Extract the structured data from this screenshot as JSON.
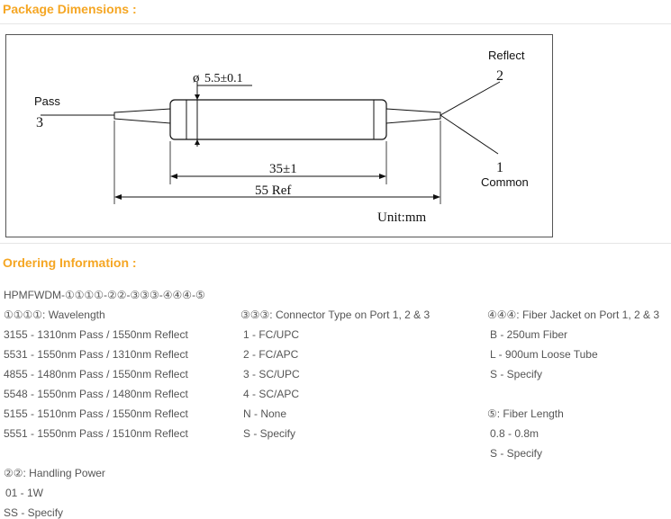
{
  "package_section": {
    "title": "Package Dimensions :",
    "drawing": {
      "pass_label": "Pass",
      "pass_port": "3",
      "reflect_label": "Reflect",
      "reflect_port": "2",
      "common_label": "Common",
      "common_port": "1",
      "diameter_dim": "5.5±0.1",
      "body_length_dim": "35±1",
      "total_length_dim": "55 Ref",
      "unit": "Unit:mm"
    }
  },
  "ordering_section": {
    "title": "Ordering Information :",
    "part_code": "HPMFWDM-①①①①-②②-③③③-④④④-⑤",
    "wavelength": {
      "heading": "①①①①: Wavelength",
      "items": [
        "3155 - 1310nm Pass / 1550nm Reflect",
        "5531 - 1550nm Pass / 1310nm Reflect",
        "4855 - 1480nm Pass / 1550nm Reflect",
        "5548 - 1550nm Pass / 1480nm Reflect",
        "5155 - 1510nm Pass / 1550nm Reflect",
        "5551 - 1550nm Pass / 1510nm Reflect"
      ]
    },
    "handling_power": {
      "heading": "②②: Handling Power",
      "items": [
        "01 - 1W",
        "SS - Specify"
      ]
    },
    "connector": {
      "heading": "③③③: Connector Type on Port 1, 2 & 3",
      "items": [
        "1 - FC/UPC",
        "2 - FC/APC",
        "3 - SC/UPC",
        "4 - SC/APC",
        "N - None",
        "S - Specify"
      ]
    },
    "fiber_jacket": {
      "heading": "④④④: Fiber Jacket on Port 1, 2 & 3",
      "items": [
        "B - 250um Fiber",
        "L - 900um Loose Tube",
        "S - Specify"
      ]
    },
    "fiber_length": {
      "heading": "⑤: Fiber Length",
      "items": [
        "0.8 - 0.8m",
        "S - Specify"
      ]
    }
  }
}
